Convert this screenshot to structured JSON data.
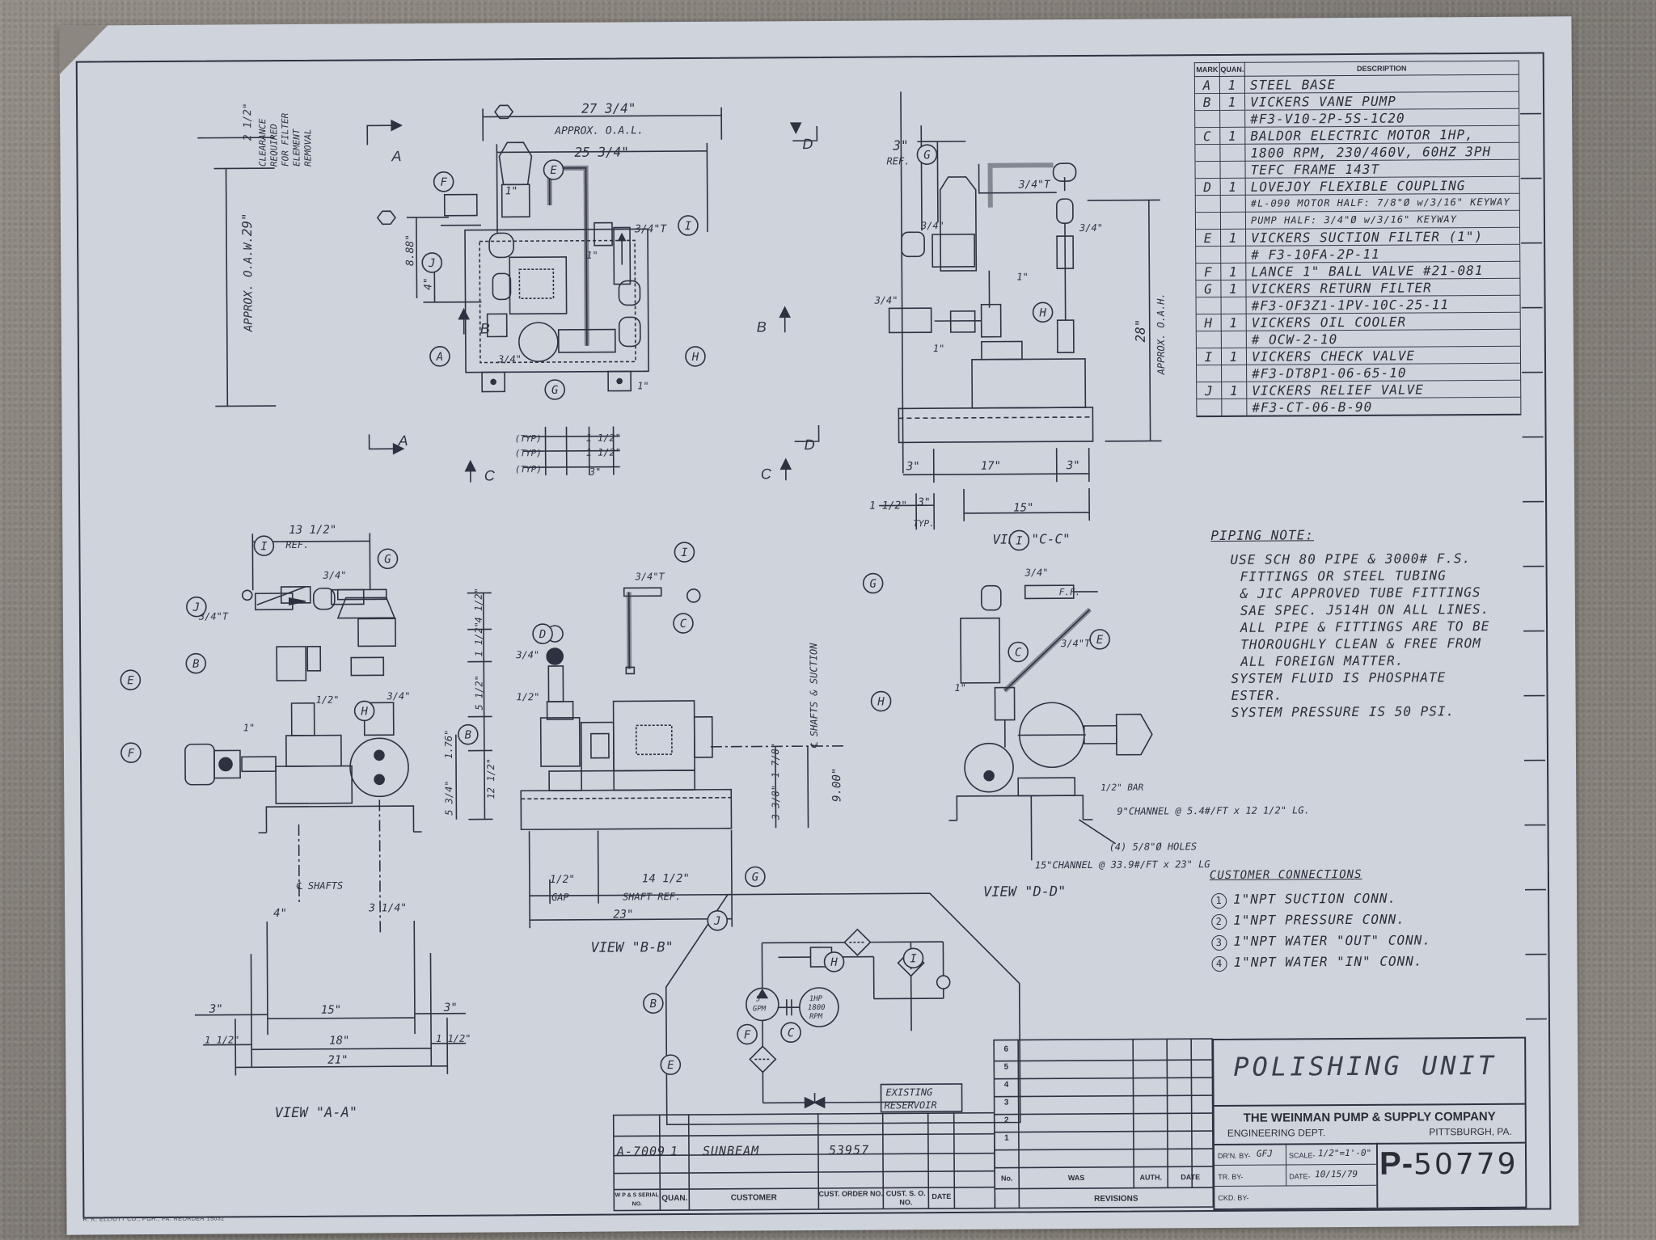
{
  "parts_list": {
    "headers": {
      "mark": "MARK",
      "quan": "QUAN.",
      "description": "DESCRIPTION"
    },
    "rows": [
      {
        "mark": "A",
        "quan": "1",
        "desc": "STEEL BASE"
      },
      {
        "mark": "B",
        "quan": "1",
        "desc": "VICKERS VANE PUMP"
      },
      {
        "mark": "",
        "quan": "",
        "desc": "#F3-V10-2P-5S-1C20"
      },
      {
        "mark": "C",
        "quan": "1",
        "desc": "BALDOR ELECTRIC MOTOR 1HP,"
      },
      {
        "mark": "",
        "quan": "",
        "desc": "1800 RPM, 230/460V, 60HZ 3PH"
      },
      {
        "mark": "",
        "quan": "",
        "desc": "TEFC  FRAME 143T"
      },
      {
        "mark": "D",
        "quan": "1",
        "desc": "LOVEJOY FLEXIBLE COUPLING"
      },
      {
        "mark": "",
        "quan": "",
        "desc": "#L-090  MOTOR HALF: 7/8\"Ø w/3/16\" KEYWAY"
      },
      {
        "mark": "",
        "quan": "",
        "desc": "PUMP HALF: 3/4\"Ø w/3/16\" KEYWAY"
      },
      {
        "mark": "E",
        "quan": "1",
        "desc": "VICKERS SUCTION FILTER  (1\")"
      },
      {
        "mark": "",
        "quan": "",
        "desc": "# F3-10FA-2P-11"
      },
      {
        "mark": "F",
        "quan": "1",
        "desc": "LANCE 1\" BALL VALVE #21-081"
      },
      {
        "mark": "G",
        "quan": "1",
        "desc": "VICKERS RETURN FILTER"
      },
      {
        "mark": "",
        "quan": "",
        "desc": "#F3-OF3Z1-1PV-10C-25-11"
      },
      {
        "mark": "H",
        "quan": "1",
        "desc": "VICKERS OIL COOLER"
      },
      {
        "mark": "",
        "quan": "",
        "desc": "# OCW-2-10"
      },
      {
        "mark": "I",
        "quan": "1",
        "desc": "VICKERS CHECK VALVE"
      },
      {
        "mark": "",
        "quan": "",
        "desc": "#F3-DT8P1-06-65-10"
      },
      {
        "mark": "J",
        "quan": "1",
        "desc": "VICKERS RELIEF VALVE"
      },
      {
        "mark": "",
        "quan": "",
        "desc": "#F3-CT-06-B-90"
      }
    ]
  },
  "piping_note": {
    "title": "PIPING NOTE:",
    "lines": [
      "USE SCH 80 PIPE & 3000# F.S.",
      "FITTINGS OR STEEL TUBING",
      "& JIC APPROVED TUBE FITTINGS",
      "SAE SPEC. J514H ON ALL LINES.",
      "ALL PIPE & FITTINGS ARE TO BE",
      "THOROUGHLY CLEAN & FREE FROM",
      "ALL FOREIGN MATTER.",
      "SYSTEM FLUID IS PHOSPHATE",
      "ESTER.",
      "SYSTEM PRESSURE IS 50 PSI."
    ]
  },
  "customer_connections": {
    "title": "CUSTOMER CONNECTIONS",
    "items": [
      {
        "num": "1",
        "text": "1\"NPT SUCTION CONN."
      },
      {
        "num": "2",
        "text": "1\"NPT PRESSURE CONN."
      },
      {
        "num": "3",
        "text": "1\"NPT WATER \"OUT\" CONN."
      },
      {
        "num": "4",
        "text": "1\"NPT WATER \"IN\" CONN."
      }
    ]
  },
  "views": {
    "plan": {
      "dim_total_length": "27 3/4\"",
      "dim_oal": "APPROX. O.A.L.",
      "dim_base_length": "25 3/4\"",
      "dim_oaw": "APPROX. O.A.W.",
      "dim_width": "29\"",
      "clearance_dim": "2 1/2\"",
      "clearance_note": [
        "CLEARANCE",
        "REQUIRED",
        "FOR FILTER",
        "ELEMENT",
        "REMOVAL"
      ],
      "dim_888": "8.88\"",
      "dim_4": "4\"",
      "dim_1": "1\"",
      "dim_34t": "3/4\"T",
      "dim_34": "3/4\"",
      "dim_1b": "1\"",
      "dim_1c": "1\"",
      "typ_labels": [
        "(TYP)",
        "(TYP)",
        "(TYP)"
      ],
      "bottom_dims": [
        "1 1/2\"",
        "1 1/2\"",
        "3\""
      ],
      "section_labels": [
        "A",
        "A",
        "B",
        "B",
        "C",
        "C",
        "D",
        "D"
      ]
    },
    "cc": {
      "title": "VIEW \"C-C\"",
      "dim_3ref": "3\"",
      "ref": "REF.",
      "dim_34t": "3/4\"T",
      "dim_34a": "3/4\"",
      "dim_34b": "3/4\"",
      "dim_34c": "3/4\"",
      "dim_1": "1\"",
      "dim_1b": "1\"",
      "dim_28": "28\"",
      "oah": "APPROX. O.A.H.",
      "dims_bottom": [
        "3\"",
        "17\"",
        "3\""
      ],
      "dim_15": "15\"",
      "dim_112": "1 1/2\"",
      "dim_3typ": "3\"",
      "typ": "TYP."
    },
    "aa": {
      "title": "VIEW \"A-A\"",
      "dim_1312": "13 1/2\"",
      "ref": "REF.",
      "dim_34a": "3/4\"",
      "dim_34t": "3/4\"T",
      "dim_34b": "3/4\"",
      "dim_12": "1/2\"",
      "dim_1": "1\"",
      "right_dims": [
        "4 1/2\"",
        "1 1/2\"",
        "5 1/2\"",
        "12 1/2\"",
        "5 3/4\""
      ],
      "dim_176": "1.76\"",
      "shafts": "℄ SHAFTS",
      "dim_4": "4\"",
      "dim_314": "3 1/4\"",
      "bottom_dims": [
        "3\"",
        "3\"",
        "15\"",
        "1 1/2\"",
        "1 1/2\"",
        "18\"",
        "21\""
      ]
    },
    "bb": {
      "title": "VIEW \"B-B\"",
      "dim_34t": "3/4\"T",
      "dim_34": "3/4\"",
      "dim_12": "1/2\"",
      "shafts_suction": "℄ SHAFTS & SUCTION",
      "dim_900": "9.00\"",
      "dim_178": "1 7/8\"",
      "dim_338": "3 3/8\"",
      "dim_12gap": "1/2\"",
      "gap": "GAP",
      "dim_1412": "14 1/2\"",
      "shaft_ref": "SHAFT REF.",
      "dim_23": "23\""
    },
    "dd": {
      "title": "VIEW \"D-D\"",
      "dim_34": "3/4\"",
      "ff": "F.F.",
      "dim_34t": "3/4\"T",
      "dim_1": "1\"",
      "bar": "1/2\" BAR",
      "channel9": "9\"CHANNEL @ 5.4#/FT x 12 1/2\" LG.",
      "holes": "(4) 5/8\"Ø HOLES",
      "channel15": "15\"CHANNEL @ 33.9#/FT x 23\" LG"
    },
    "schematic": {
      "pump_label": [
        "5",
        "GPM"
      ],
      "motor_label": [
        "1HP",
        "1800",
        "RPM"
      ],
      "reservoir": [
        "EXISTING",
        "RESERVOIR"
      ]
    }
  },
  "title_block": {
    "product": "POLISHING UNIT",
    "company": "THE WEINMAN PUMP & SUPPLY COMPANY",
    "dept": "ENGINEERING DEPT.",
    "city": "PITTSBURGH, PA.",
    "drn_by_label": "DR'N. BY-",
    "drn_by": "GFJ",
    "scale_label": "SCALE-",
    "scale": "1/2\"=1'-0\"",
    "tr_by_label": "TR. BY-",
    "date_label": "DATE-",
    "date": "10/15/79",
    "ckd_by_label": "CKD. BY-",
    "drawing_prefix": "P-",
    "drawing_number": "50779"
  },
  "revisions": {
    "numbers": [
      "6",
      "5",
      "4",
      "3",
      "2",
      "1"
    ],
    "headers": [
      "No.",
      "WAS",
      "AUTH.",
      "DATE"
    ],
    "footer": "REVISIONS"
  },
  "order_block": {
    "serial": "A-7009",
    "quan": "1",
    "customer": "SUNBEAM",
    "cust_order": "53957",
    "headers": [
      "W P & S SERIAL NO.",
      "QUAN.",
      "CUSTOMER",
      "CUST. ORDER NO.",
      "CUST. S. O. NO.",
      "DATE"
    ]
  },
  "printer_line": "R. K. ELLIOTT CO., PGH., PA.    REORDER 15032",
  "colors": {
    "paper": "#cfd3dc",
    "ink": "#2e3140",
    "carpet": "#8c8780"
  }
}
